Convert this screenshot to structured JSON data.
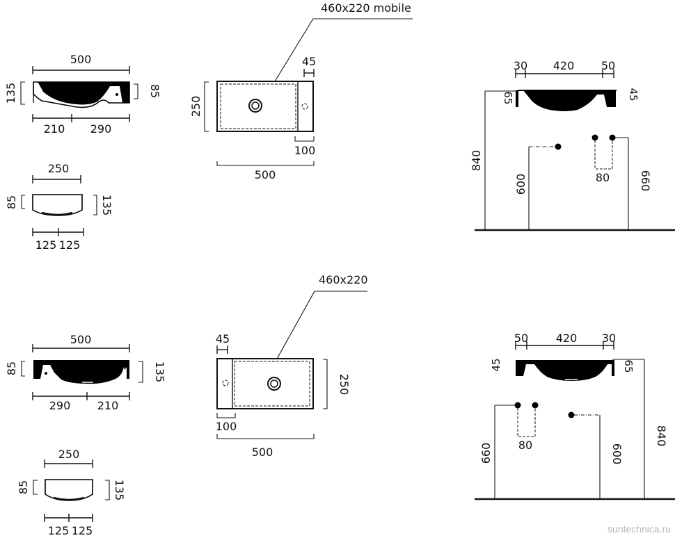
{
  "top": {
    "profile": {
      "width": "500",
      "left": "210",
      "right": "290",
      "h_left": "135",
      "h_right": "85"
    },
    "side": {
      "width": "250",
      "h_left": "85",
      "h_right": "135",
      "half_a": "125",
      "half_b": "125"
    },
    "plan": {
      "callout": "460x220  mobile",
      "top_right": "45",
      "height": "250",
      "bottom_right": "100",
      "width": "500"
    },
    "install": {
      "d1": "30",
      "d2": "420",
      "d3": "50",
      "rim_l": "65",
      "rim_r": "45",
      "height": "840",
      "waste": "600",
      "pitch": "80",
      "supply": "660"
    }
  },
  "bottom": {
    "profile": {
      "width": "500",
      "left": "290",
      "right": "210",
      "h_left": "85",
      "h_right": "135"
    },
    "side": {
      "width": "250",
      "h_left": "85",
      "h_right": "135",
      "half_a": "125",
      "half_b": "125"
    },
    "plan": {
      "callout": "460x220",
      "top_left": "45",
      "height": "250",
      "bottom_left": "100",
      "width": "500"
    },
    "install": {
      "d1": "50",
      "d2": "420",
      "d3": "30",
      "rim_l": "45",
      "rim_r": "65",
      "height": "840",
      "supply": "660",
      "pitch": "80",
      "waste": "600"
    }
  },
  "watermark": "suntechnica.ru"
}
